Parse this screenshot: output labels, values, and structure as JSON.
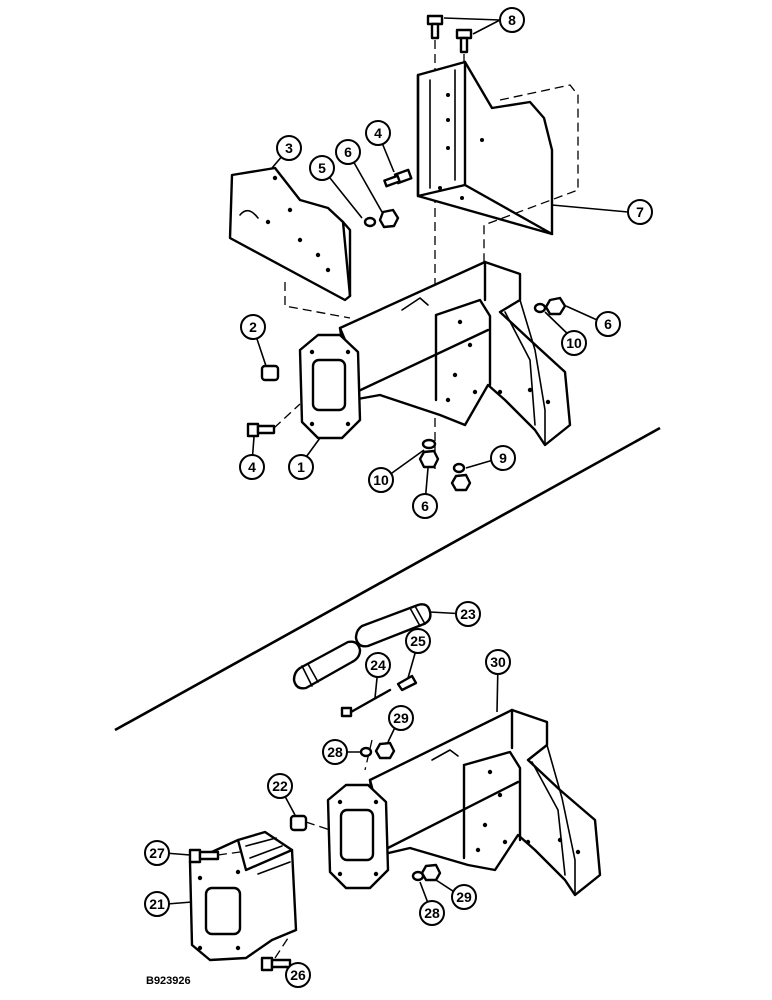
{
  "drawing_ref": "B923926",
  "callouts": [
    "1",
    "2",
    "3",
    "4",
    "4",
    "5",
    "6",
    "6",
    "6",
    "7",
    "8",
    "9",
    "10",
    "10",
    "21",
    "22",
    "23",
    "24",
    "25",
    "26",
    "27",
    "28",
    "28",
    "29",
    "29",
    "30"
  ]
}
